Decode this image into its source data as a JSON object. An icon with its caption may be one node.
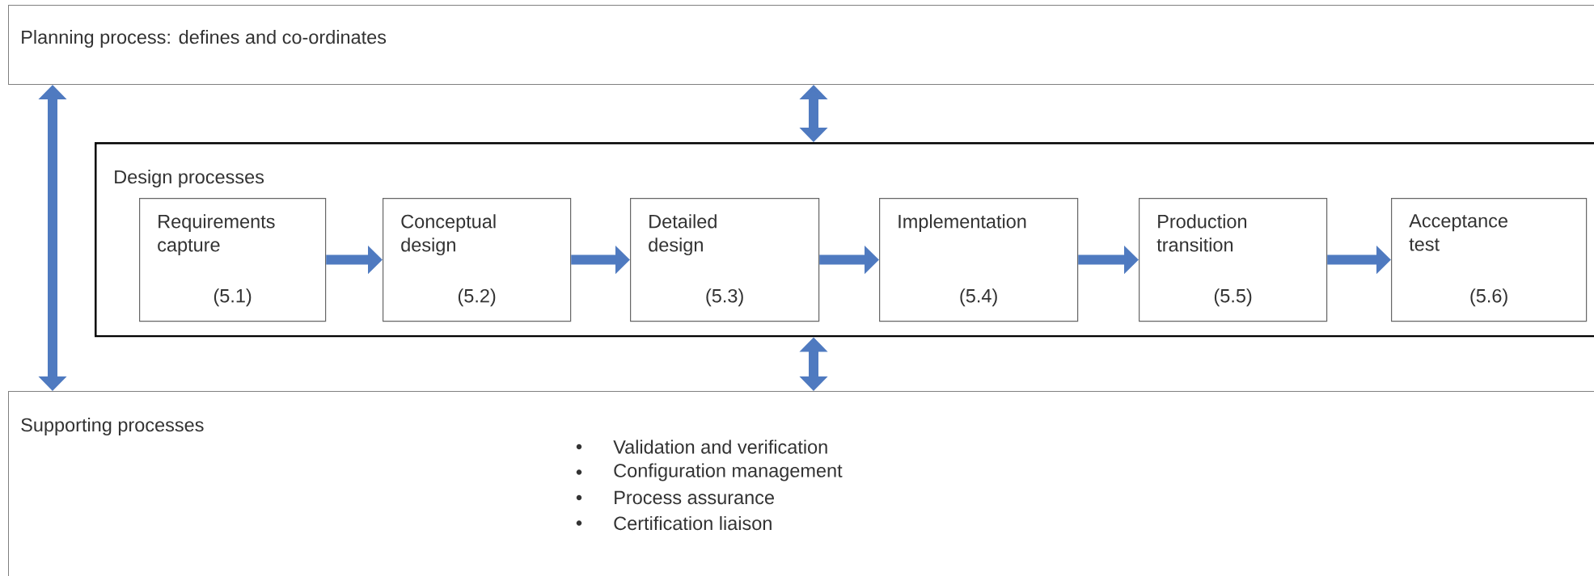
{
  "diagram": {
    "nodes": [
      {
        "text": [
          "Planning process: defines and co-ordinates"
        ]
      },
      {
        "text": [
          "Design processes"
        ]
      },
      {
        "text": [
          "Requirements capture",
          "(5.1)"
        ],
        "in": 1
      },
      {
        "text": [
          "Conceptual design",
          "(5.2)"
        ],
        "in": 1
      },
      {
        "text": [
          "Detailed design",
          "(5.3)"
        ],
        "in": 1
      },
      {
        "text": [
          "Implementation",
          "(5.4)"
        ],
        "in": 1
      },
      {
        "text": [
          "Production transition",
          "(5.5)"
        ],
        "in": 1
      },
      {
        "text": [
          "Acceptance test",
          "(5.6)"
        ],
        "in": 1
      },
      {
        "text": [
          "Supporting processes",
          "Validation and verification",
          "Configuration management",
          "Process assurance",
          "Certification liaison"
        ]
      }
    ],
    "edges": [
      {
        "from": 0,
        "to": 8,
        "arrow": "both"
      },
      {
        "from": 0,
        "to": 1,
        "arrow": "both"
      },
      {
        "from": 1,
        "to": 8,
        "arrow": "both"
      },
      {
        "from": 2,
        "to": 3,
        "arrow": "to"
      },
      {
        "from": 3,
        "to": 4,
        "arrow": "to"
      },
      {
        "from": 4,
        "to": 5,
        "arrow": "to"
      },
      {
        "from": 5,
        "to": 6,
        "arrow": "to"
      },
      {
        "from": 6,
        "to": 7,
        "arrow": "to"
      }
    ]
  }
}
